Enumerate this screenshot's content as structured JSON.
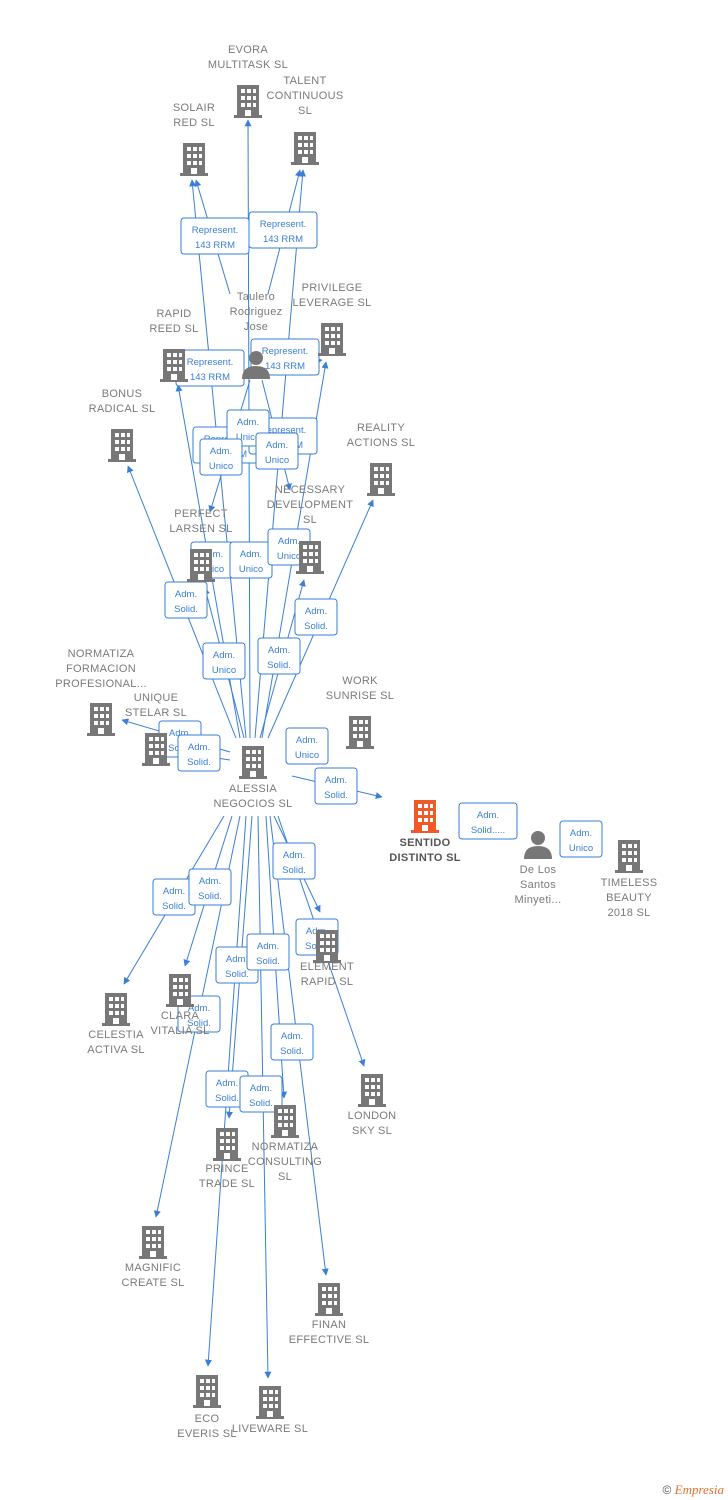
{
  "colors": {
    "edge": "#3a7fd5",
    "node": "#777777",
    "focus": "#f05a28",
    "person": "#777777"
  },
  "nodes": [
    {
      "id": "evora",
      "type": "company",
      "label": [
        "EVORA",
        "MULTITASK  SL"
      ]
    },
    {
      "id": "talent",
      "type": "company",
      "label": [
        "TALENT",
        "CONTINUOUS",
        "SL"
      ]
    },
    {
      "id": "solair",
      "type": "company",
      "label": [
        "SOLAIR",
        "RED  SL"
      ]
    },
    {
      "id": "taulero",
      "type": "person",
      "label": [
        "Taulero",
        "Rodriguez",
        "Jose"
      ]
    },
    {
      "id": "privilege",
      "type": "company",
      "label": [
        "PRIVILEGE",
        "LEVERAGE  SL"
      ]
    },
    {
      "id": "rapid",
      "type": "company",
      "label": [
        "RAPID",
        "REED  SL"
      ]
    },
    {
      "id": "bonus",
      "type": "company",
      "label": [
        "BONUS",
        "RADICAL  SL"
      ]
    },
    {
      "id": "reality",
      "type": "company",
      "label": [
        "REALITY",
        "ACTIONS  SL"
      ]
    },
    {
      "id": "necessary",
      "type": "company",
      "label": [
        "NECESSARY",
        "DEVELOPMENT",
        "SL"
      ]
    },
    {
      "id": "perfect",
      "type": "company",
      "label": [
        "PERFECT",
        "LARSEN  SL"
      ]
    },
    {
      "id": "normatizaform",
      "type": "company",
      "label": [
        "NORMATIZA",
        "FORMACION",
        "PROFESIONAL..."
      ]
    },
    {
      "id": "unique",
      "type": "company",
      "label": [
        "UNIQUE",
        "STELAR  SL"
      ]
    },
    {
      "id": "work",
      "type": "company",
      "label": [
        "WORK",
        "SUNRISE  SL"
      ]
    },
    {
      "id": "alessia",
      "type": "company",
      "label": [
        "ALESSIA",
        "NEGOCIOS  SL"
      ]
    },
    {
      "id": "sentido",
      "type": "focus",
      "label": [
        "SENTIDO",
        "DISTINTO  SL"
      ]
    },
    {
      "id": "delossantos",
      "type": "person",
      "label": [
        "De Los",
        "Santos",
        "Minyeti..."
      ]
    },
    {
      "id": "timeless",
      "type": "company",
      "label": [
        "TIMELESS",
        "BEAUTY",
        "2018  SL"
      ]
    },
    {
      "id": "celestia",
      "type": "company",
      "label": [
        "CELESTIA",
        "ACTIVA  SL"
      ]
    },
    {
      "id": "clara",
      "type": "company",
      "label": [
        "CLARA",
        "VITALIA  SL"
      ]
    },
    {
      "id": "element",
      "type": "company",
      "label": [
        "ELEMENT",
        "RAPID  SL"
      ]
    },
    {
      "id": "london",
      "type": "company",
      "label": [
        "LONDON",
        "SKY  SL"
      ]
    },
    {
      "id": "normatizacons",
      "type": "company",
      "label": [
        "NORMATIZA",
        "CONSULTING",
        "SL"
      ]
    },
    {
      "id": "prince",
      "type": "company",
      "label": [
        "PRINCE",
        "TRADE  SL"
      ]
    },
    {
      "id": "magnific",
      "type": "company",
      "label": [
        "MAGNIFIC",
        "CREATE  SL"
      ]
    },
    {
      "id": "finan",
      "type": "company",
      "label": [
        "FINAN",
        "EFFECTIVE  SL"
      ]
    },
    {
      "id": "eco",
      "type": "company",
      "label": [
        "ECO",
        "EVERIS  SL"
      ]
    },
    {
      "id": "liveware",
      "type": "company",
      "label": [
        "LIVEWARE  SL"
      ]
    }
  ],
  "edge_labels": [
    {
      "id": "e1",
      "lines": [
        "Represent.",
        "143 RRM"
      ]
    },
    {
      "id": "e2",
      "lines": [
        "Represent.",
        "143 RRM"
      ]
    },
    {
      "id": "e3",
      "lines": [
        "Represent.",
        "143 RRM"
      ]
    },
    {
      "id": "e4",
      "lines": [
        "Represent.",
        "143 RRM"
      ]
    },
    {
      "id": "e5",
      "lines": [
        "Represent.",
        "143 RRM"
      ]
    },
    {
      "id": "e6",
      "lines": [
        "Represent.",
        "143 RRM"
      ]
    },
    {
      "id": "e7",
      "lines": [
        "Adm.",
        "Solid."
      ]
    },
    {
      "id": "e8",
      "lines": [
        "Adm.",
        "Unico"
      ]
    },
    {
      "id": "e9",
      "lines": [
        "Adm.",
        "Unico"
      ]
    },
    {
      "id": "e10",
      "lines": [
        "Adm.",
        "Unico"
      ]
    },
    {
      "id": "e11",
      "lines": [
        "Adm.",
        "Unico"
      ]
    },
    {
      "id": "e12",
      "lines": [
        "Adm.",
        "Unico"
      ]
    },
    {
      "id": "e13",
      "lines": [
        "Adm.",
        "Solid."
      ]
    },
    {
      "id": "e14",
      "lines": [
        "Adm.",
        "Solid."
      ]
    },
    {
      "id": "e15",
      "lines": [
        "Adm.",
        "Unico"
      ]
    },
    {
      "id": "e16",
      "lines": [
        "Adm.",
        "Unico"
      ]
    },
    {
      "id": "e17",
      "lines": [
        "Adm.",
        "Solid."
      ]
    },
    {
      "id": "e18",
      "lines": [
        "Adm.",
        "Solid."
      ]
    },
    {
      "id": "e19",
      "lines": [
        "Adm.",
        "Unico"
      ]
    },
    {
      "id": "e20",
      "lines": [
        "Adm.",
        "Solid."
      ]
    },
    {
      "id": "e21",
      "lines": [
        "Adm.",
        "Solid....."
      ]
    },
    {
      "id": "e22",
      "lines": [
        "Adm.",
        "Unico"
      ]
    },
    {
      "id": "e23",
      "lines": [
        "Adm.",
        "Solid."
      ]
    },
    {
      "id": "e24",
      "lines": [
        "Adm.",
        "Solid."
      ]
    },
    {
      "id": "e25",
      "lines": [
        "Adm.",
        "Solid."
      ]
    },
    {
      "id": "e26",
      "lines": [
        "Adm.",
        "Solid."
      ]
    },
    {
      "id": "e27",
      "lines": [
        "Adm.",
        "Solid."
      ]
    },
    {
      "id": "e28",
      "lines": [
        "Adm.",
        "Solid."
      ]
    },
    {
      "id": "e29",
      "lines": [
        "Adm.",
        "Solid."
      ]
    },
    {
      "id": "e30",
      "lines": [
        "Adm.",
        "Solid."
      ]
    },
    {
      "id": "e31",
      "lines": [
        "Adm.",
        "Solid."
      ]
    },
    {
      "id": "e32",
      "lines": [
        "Adm.",
        "Solid."
      ]
    }
  ],
  "footer": {
    "copyright": "©",
    "brand": "Empresia"
  }
}
